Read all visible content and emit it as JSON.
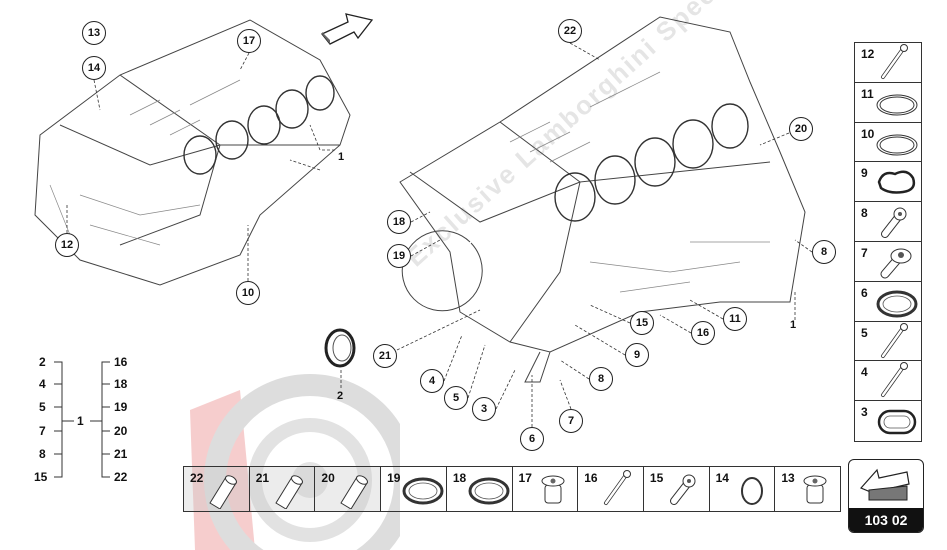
{
  "diagram": {
    "page_code": "103 02",
    "watermark_text": "Exclusive Lamborghini Specialist",
    "assembly_labels": {
      "block_left": "1",
      "block_right": "1",
      "seal": "2"
    },
    "callouts_left": [
      "13",
      "14",
      "17",
      "12",
      "10"
    ],
    "callouts_right": [
      "22",
      "20",
      "18",
      "19",
      "8",
      "15",
      "16",
      "11",
      "9",
      "21",
      "4",
      "5",
      "3",
      "8",
      "7",
      "6"
    ],
    "legend": {
      "parent": "1",
      "left_items": [
        "2",
        "4",
        "5",
        "7",
        "8",
        "15"
      ],
      "right_items": [
        "16",
        "18",
        "19",
        "20",
        "21",
        "22"
      ]
    },
    "parts_column": [
      {
        "number": "12",
        "icon": "long-bolt"
      },
      {
        "number": "11",
        "icon": "o-ring"
      },
      {
        "number": "10",
        "icon": "o-ring"
      },
      {
        "number": "9",
        "icon": "gasket"
      },
      {
        "number": "8",
        "icon": "bolt"
      },
      {
        "number": "7",
        "icon": "flange-bolt"
      },
      {
        "number": "6",
        "icon": "seal-ring"
      },
      {
        "number": "5",
        "icon": "long-bolt"
      },
      {
        "number": "4",
        "icon": "long-bolt"
      },
      {
        "number": "3",
        "icon": "oval-gasket"
      }
    ],
    "parts_strip": [
      {
        "number": "22",
        "icon": "sleeve"
      },
      {
        "number": "21",
        "icon": "sleeve"
      },
      {
        "number": "20",
        "icon": "sleeve"
      },
      {
        "number": "19",
        "icon": "seal-ring"
      },
      {
        "number": "18",
        "icon": "seal-ring"
      },
      {
        "number": "17",
        "icon": "plug"
      },
      {
        "number": "16",
        "icon": "long-bolt"
      },
      {
        "number": "15",
        "icon": "bolt"
      },
      {
        "number": "14",
        "icon": "washer"
      },
      {
        "number": "13",
        "icon": "plug"
      }
    ]
  }
}
